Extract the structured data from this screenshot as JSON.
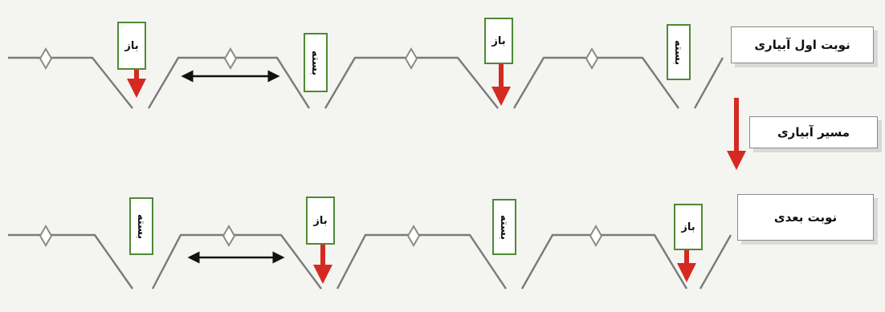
{
  "labels": {
    "first_turn": "نوبت اول آبیاری",
    "path": "مسیر آبیاری",
    "next_turn": "نوبت بعدی"
  },
  "gates": {
    "open": "باز",
    "closed": "بسته"
  },
  "colors": {
    "flow_arrow": "#d42a22",
    "tag_border": "#4e8a33",
    "furrow_line": "#7a7a7a"
  }
}
